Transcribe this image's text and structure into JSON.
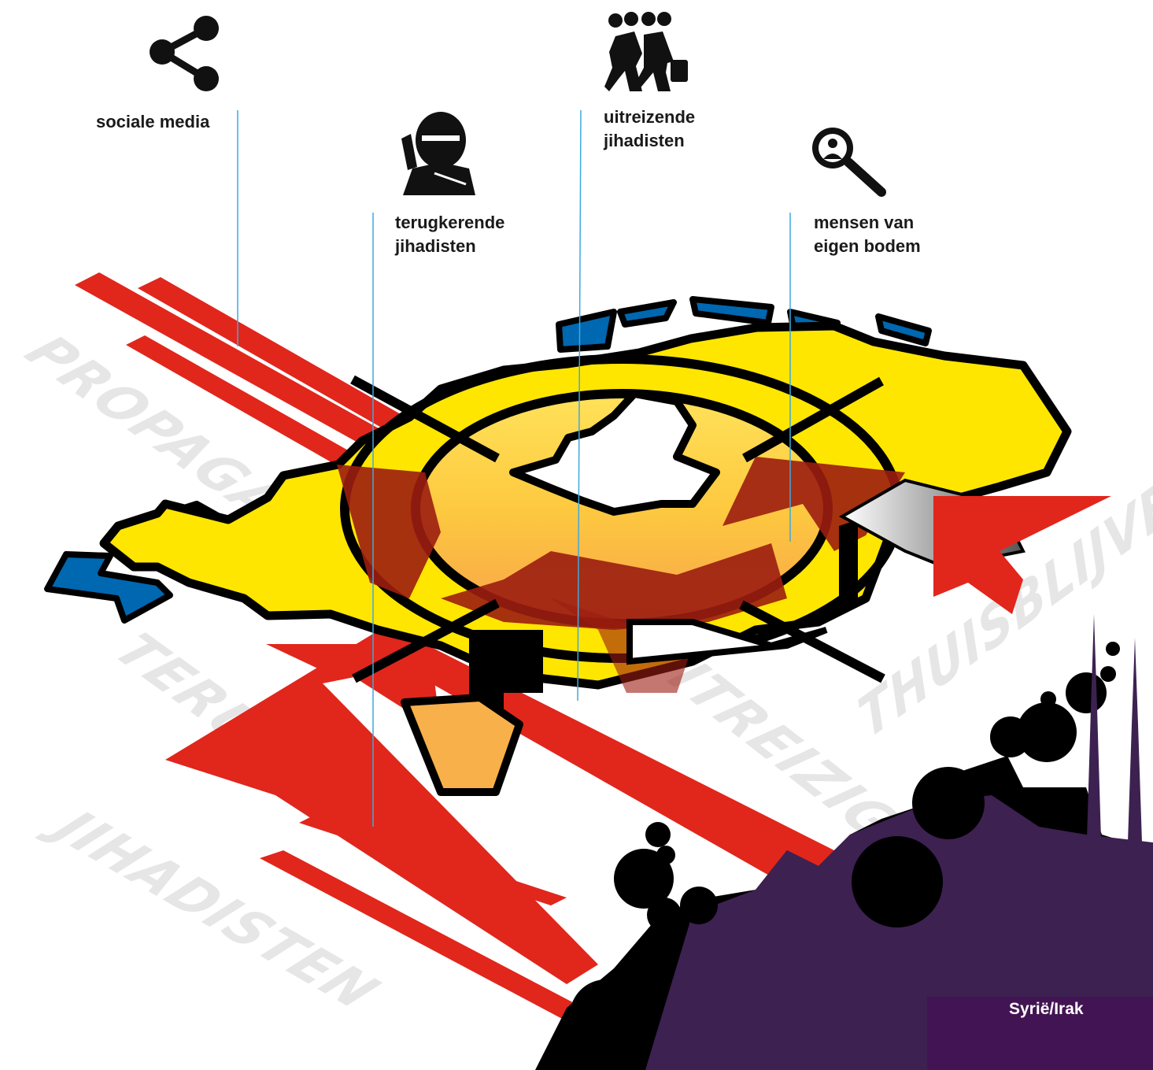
{
  "labels": {
    "social_media": "sociale media",
    "returning_jihadists": [
      "terugkerende",
      "jihadisten"
    ],
    "departing_jihadists": [
      "uitreizende",
      "jihadisten"
    ],
    "homegrown": [
      "mensen van",
      "eigen bodem"
    ]
  },
  "flows": {
    "propaganda": "PROPAGANDA",
    "departing": "UITREIZIGERS",
    "stay_home": "THUISBLIJVERS",
    "returning": [
      "TERUGKERENDE",
      "JIHADISTEN"
    ]
  },
  "destination": "Syrië/Irak",
  "icons": [
    "share-icon",
    "masked-fighter-icon",
    "walking-travelers-icon",
    "person-search-icon"
  ],
  "colors": {
    "arrow_red": "#e1261c",
    "dark_red": "#9b1d10",
    "country_yellow": "#ffe600",
    "island_blue": "#0067b1",
    "core_orange": "#fbb040",
    "skyline_purple": "#3d2151",
    "pointer_line": "#3fa9e0"
  }
}
